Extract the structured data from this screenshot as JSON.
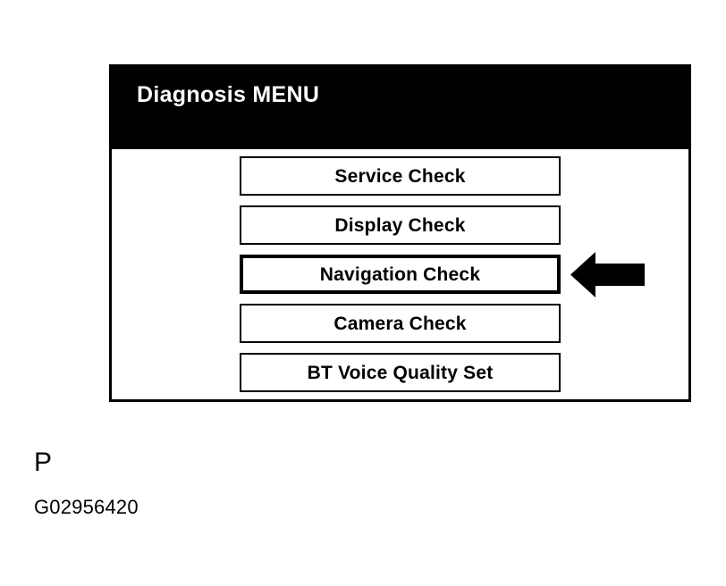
{
  "screen": {
    "title": "Diagnosis MENU",
    "background_color": "#ffffff",
    "title_bar_color": "#000000",
    "title_text_color": "#ffffff",
    "border_color": "#000000",
    "menu_items": [
      {
        "label": "Service Check",
        "selected": false
      },
      {
        "label": "Display Check",
        "selected": false
      },
      {
        "label": "Navigation Check",
        "selected": true
      },
      {
        "label": "Camera Check",
        "selected": false
      },
      {
        "label": "BT Voice Quality Set",
        "selected": false
      }
    ]
  },
  "annotation": {
    "arrow_icon": "arrow-left-icon",
    "arrow_color": "#000000",
    "arrow_points_to": "Navigation Check"
  },
  "caption": {
    "letter": "P",
    "code": "G02956420",
    "text_color": "#000000"
  }
}
